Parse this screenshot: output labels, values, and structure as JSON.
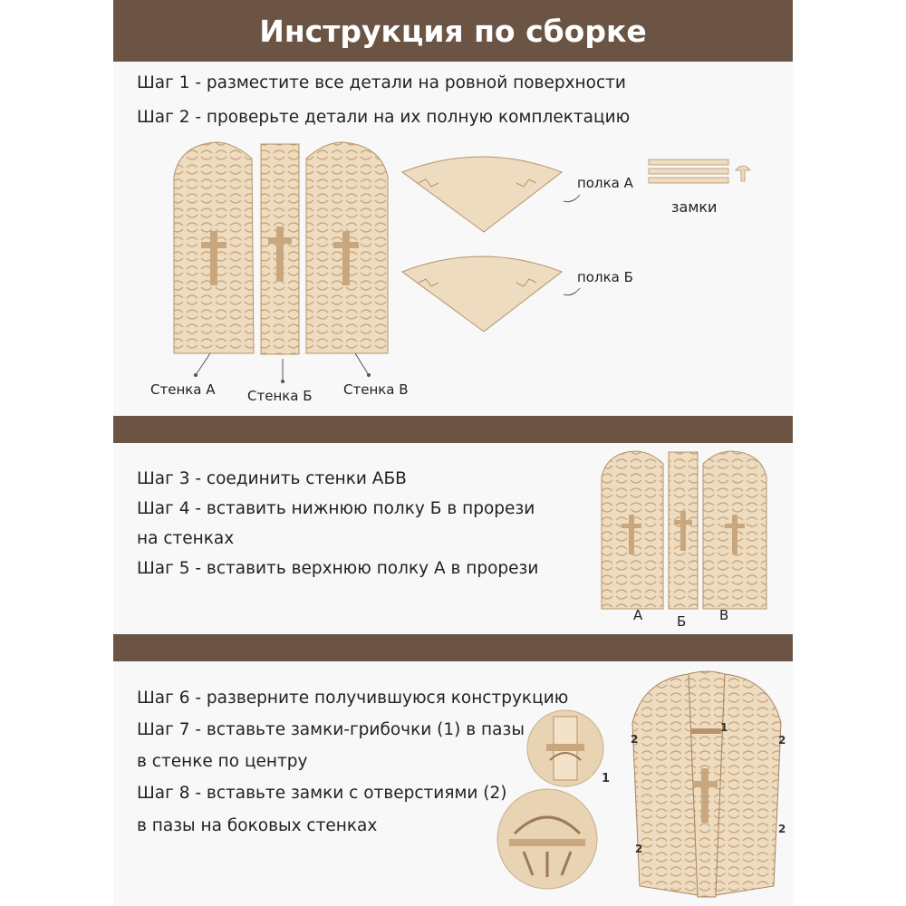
{
  "header": {
    "title": "Инструкция по сборке"
  },
  "steps": {
    "s1": "Шаг 1 - разместите все детали на ровной поверхности",
    "s2": "Шаг 2 - проверьте детали на их полную комплектацию",
    "s3": "Шаг 3 - соединить стенки АБВ",
    "s4a": "Шаг 4 - вставить нижнюю полку Б в прорези",
    "s4b": "на стенках",
    "s5": "Шаг 5 - вставить верхнюю полку А в прорези",
    "s6": "Шаг 6 - разверните получившуюся конструкцию",
    "s7a": "Шаг 7 - вставьте замки-грибочки (1) в пазы",
    "s7b": "в стенке по центру",
    "s8a": "Шаг 8 - вставьте замки с отверстиями (2)",
    "s8b": "в пазы на боковых стенках"
  },
  "labels": {
    "wall_a": "Стенка А",
    "wall_b": "Стенка Б",
    "wall_v": "Стенка В",
    "shelf_a": "полка А",
    "shelf_b": "полка Б",
    "locks": "замки",
    "a": "А",
    "b": "Б",
    "v": "В",
    "n1": "1",
    "n2": "2"
  },
  "colors": {
    "band": "#6b5443",
    "wood": "#eedcc0",
    "wood_dark": "#c9a77e"
  }
}
